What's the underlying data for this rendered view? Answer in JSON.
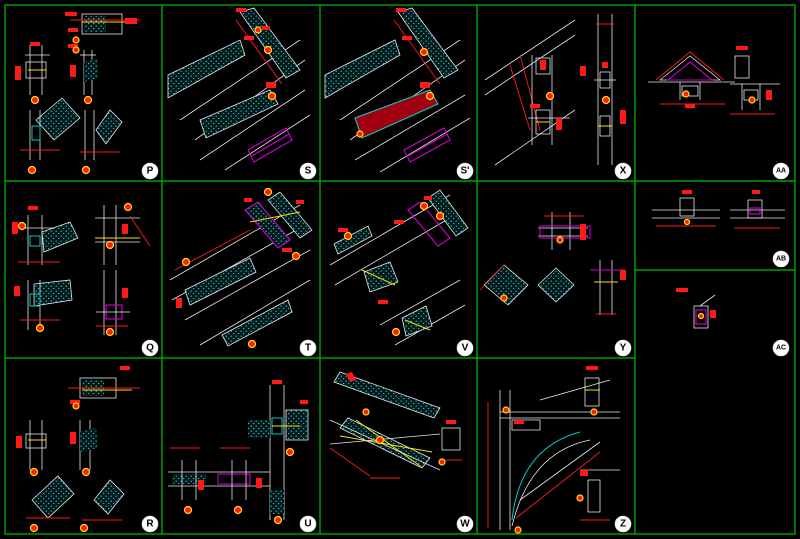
{
  "colors": {
    "background": "#000000",
    "grid": "#00c000",
    "dimension": "#ff1a1a",
    "structure": "#e8e8e8",
    "hatch": "#00c8c8",
    "member": "#d000d0",
    "bubble": "#ffe000"
  },
  "panels": [
    {
      "id": "P",
      "label": "P"
    },
    {
      "id": "S",
      "label": "S"
    },
    {
      "id": "S2",
      "label": "S'"
    },
    {
      "id": "X",
      "label": "X"
    },
    {
      "id": "AA",
      "label": "AA"
    },
    {
      "id": "Q",
      "label": "Q"
    },
    {
      "id": "T",
      "label": "T"
    },
    {
      "id": "V",
      "label": "V"
    },
    {
      "id": "Y",
      "label": "Y"
    },
    {
      "id": "AB",
      "label": "AB"
    },
    {
      "id": "AC",
      "label": "AC"
    },
    {
      "id": "R",
      "label": "R"
    },
    {
      "id": "U",
      "label": "U"
    },
    {
      "id": "W",
      "label": "W"
    },
    {
      "id": "Z",
      "label": "Z"
    }
  ]
}
